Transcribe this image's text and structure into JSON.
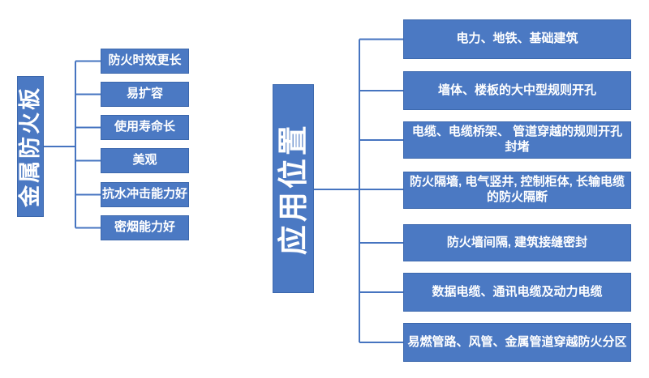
{
  "colors": {
    "box_fill": "#4b79c3",
    "box_border": "#3c68ad",
    "connector": "#4674c0",
    "text": "#ffffff",
    "background": "#ffffff"
  },
  "left_tree": {
    "root": "金属防火板",
    "items": [
      {
        "label": "防火时效更长"
      },
      {
        "label": "易扩容"
      },
      {
        "label": "使用寿命长"
      },
      {
        "label": "美观"
      },
      {
        "label": "抗水冲击能力好"
      },
      {
        "label": "密烟能力好"
      }
    ]
  },
  "right_tree": {
    "root": "应用位置",
    "items": [
      {
        "label": "电力、地铁、基础建筑"
      },
      {
        "label": "墙体、楼板的大中型规则开孔"
      },
      {
        "label": "电缆、电缆桥架、 管道穿越的规则开孔\n封堵"
      },
      {
        "label": "防火隔墙, 电气竖井, 控制柜体, 长输电缆\n的防火隔断"
      },
      {
        "label": "防火墙间隔, 建筑接缝密封"
      },
      {
        "label": "数据电缆、通讯电缆及动力电缆"
      },
      {
        "label": "易燃管路、风管、金属管道穿越防火分区"
      }
    ]
  }
}
